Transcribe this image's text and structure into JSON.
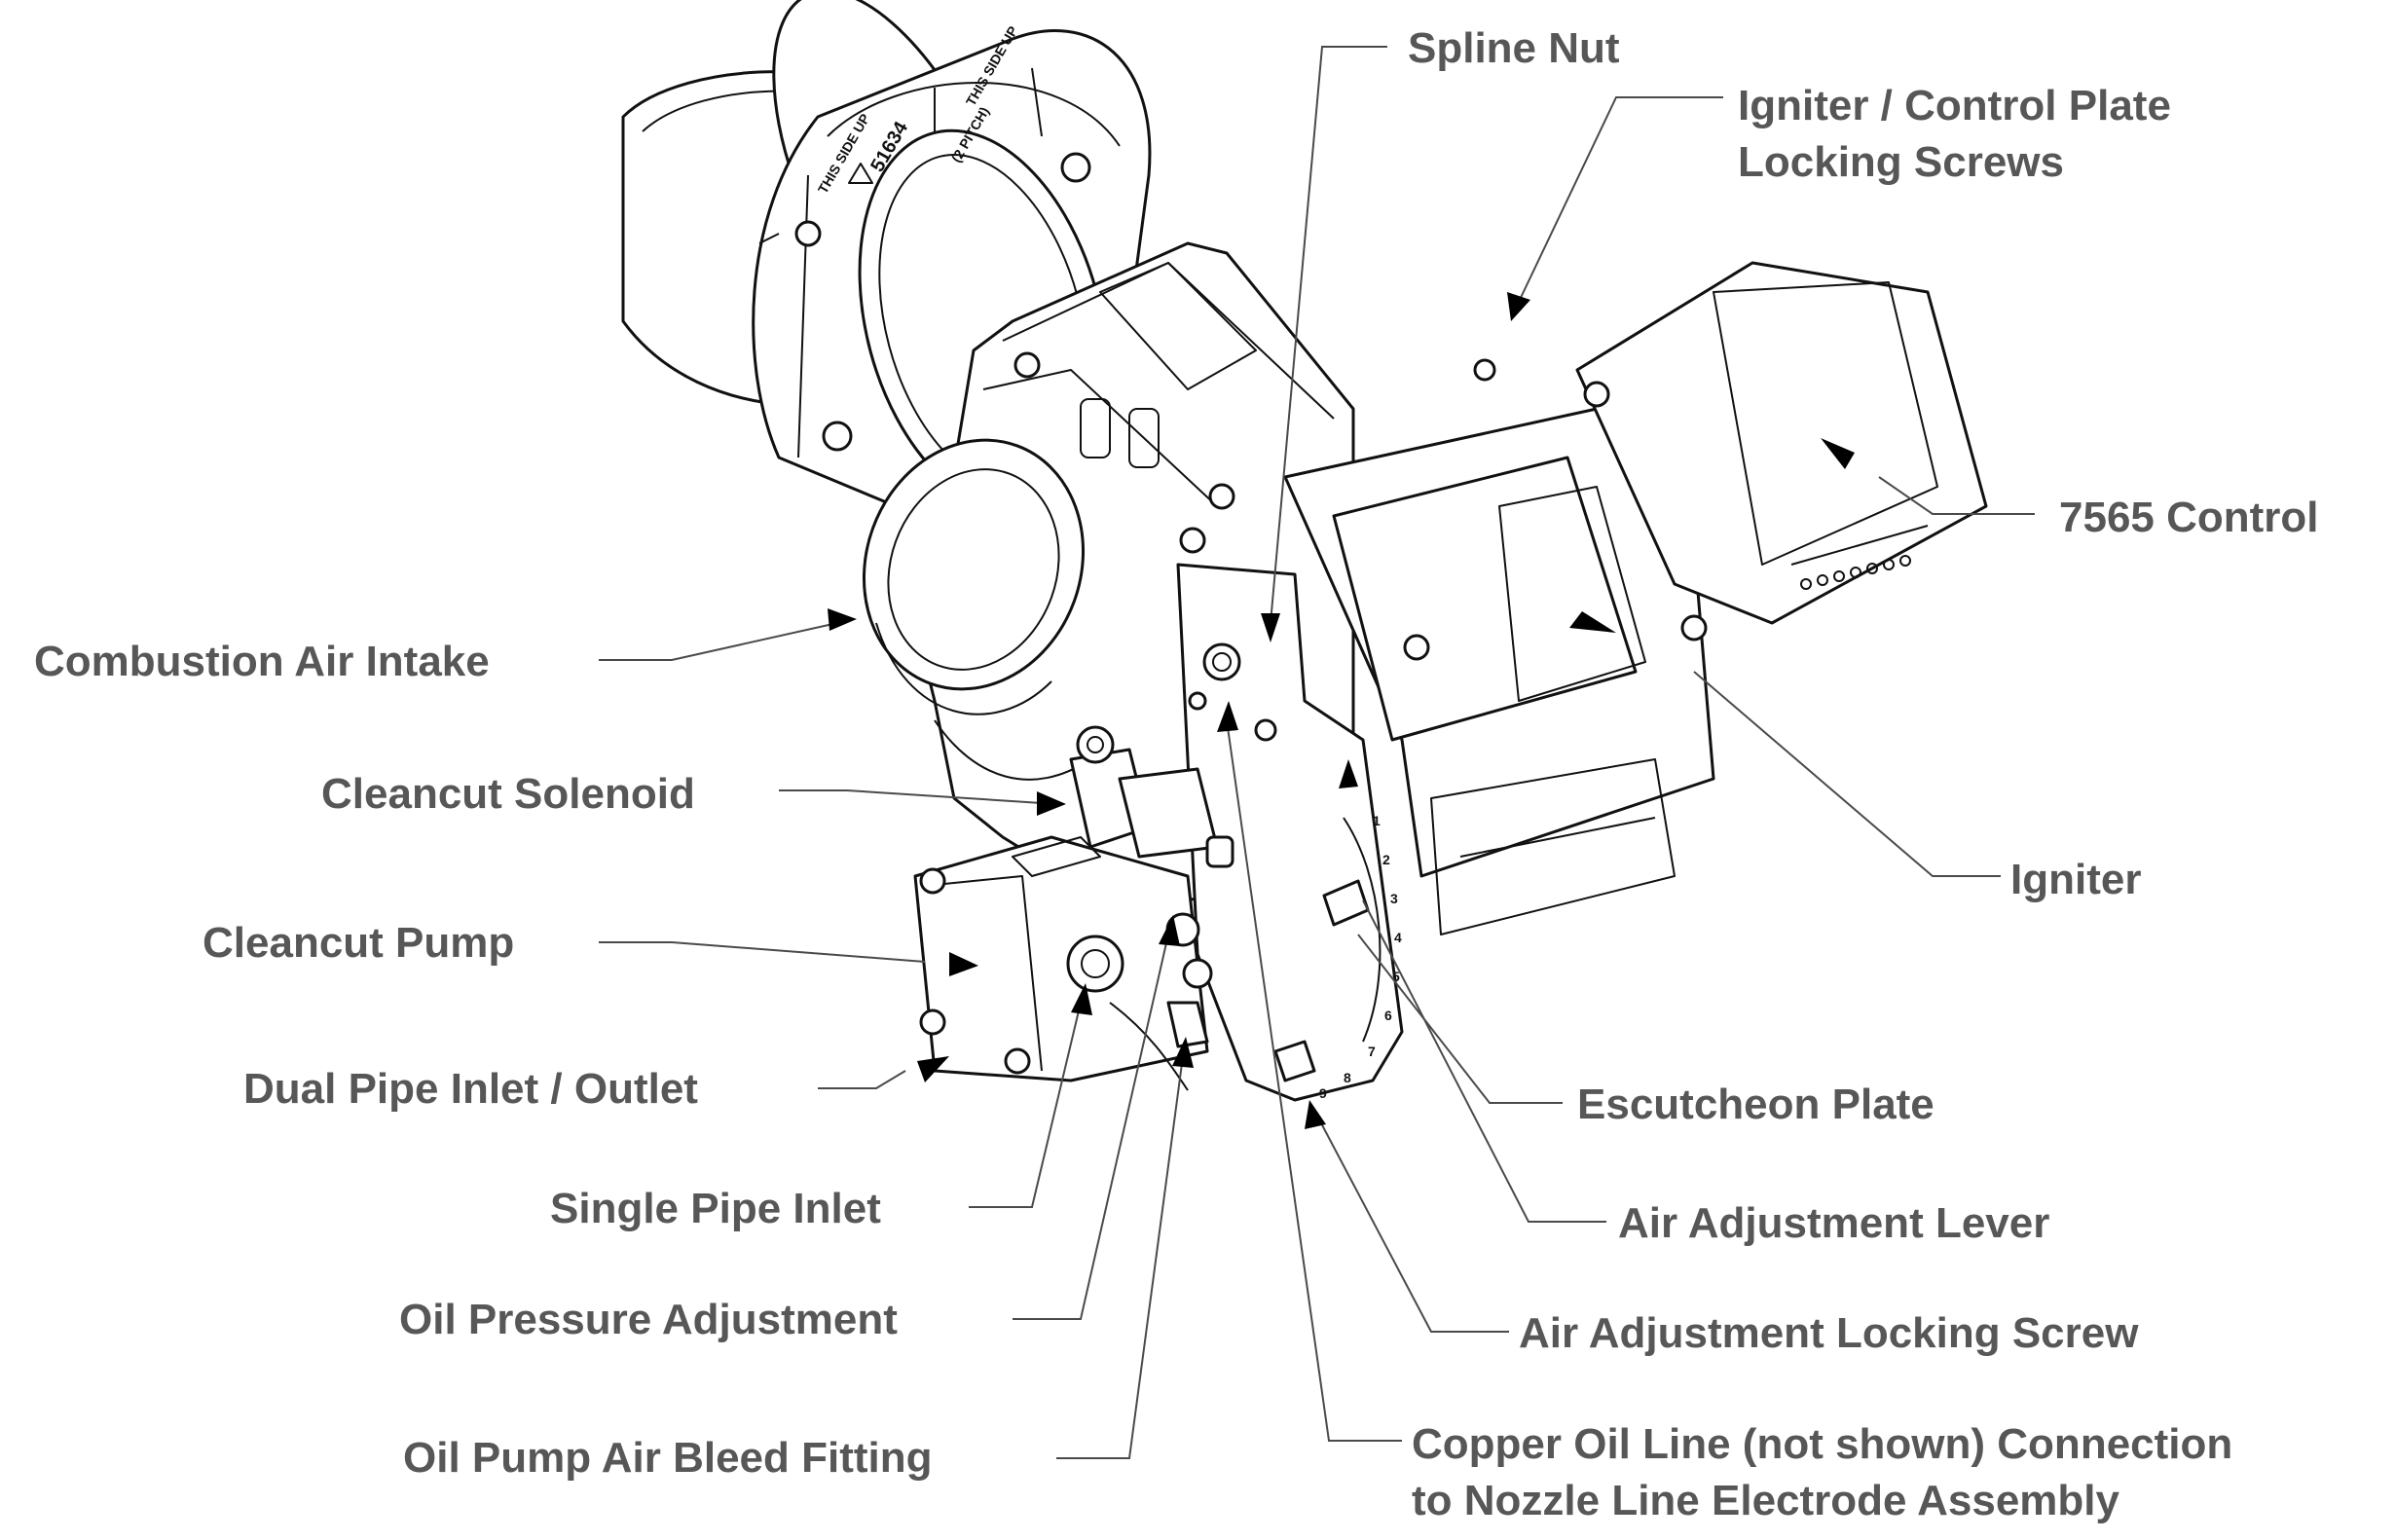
{
  "callouts": [
    {
      "id": "spline-nut",
      "lines": [
        "Spline Nut"
      ]
    },
    {
      "id": "igniter-control-plate-locking-screws",
      "lines": [
        "Igniter / Control Plate",
        "Locking Screws"
      ]
    },
    {
      "id": "7565-control",
      "lines": [
        "7565 Control"
      ]
    },
    {
      "id": "combustion-air-intake",
      "lines": [
        "Combustion Air Intake"
      ]
    },
    {
      "id": "cleancut-solenoid",
      "lines": [
        "Cleancut Solenoid"
      ]
    },
    {
      "id": "cleancut-pump",
      "lines": [
        "Cleancut Pump"
      ]
    },
    {
      "id": "igniter",
      "lines": [
        "Igniter"
      ]
    },
    {
      "id": "dual-pipe-inlet-outlet",
      "lines": [
        "Dual Pipe Inlet / Outlet"
      ]
    },
    {
      "id": "escutcheon-plate",
      "lines": [
        "Escutcheon Plate"
      ]
    },
    {
      "id": "single-pipe-inlet",
      "lines": [
        "Single Pipe Inlet"
      ]
    },
    {
      "id": "air-adjustment-lever",
      "lines": [
        "Air Adjustment Lever"
      ]
    },
    {
      "id": "oil-pressure-adjustment",
      "lines": [
        "Oil Pressure Adjustment"
      ]
    },
    {
      "id": "air-adjustment-locking-screw",
      "lines": [
        "Air Adjustment Locking Screw"
      ]
    },
    {
      "id": "oil-pump-air-bleed-fitting",
      "lines": [
        "Oil Pump Air Bleed Fitting"
      ]
    },
    {
      "id": "copper-oil-line-connection",
      "lines": [
        "Copper Oil Line (not shown) Connection",
        "to Nozzle Line Electrode Assembly"
      ]
    }
  ],
  "flange_marking": {
    "part_number": "51634",
    "orientation_left": "THIS SIDE UP",
    "orientation_right": "THIS SIDE UP",
    "pitch": "(2 PITCH)"
  },
  "air_dial_marks": [
    "1",
    "2",
    "3",
    "4",
    "5",
    "6",
    "7",
    "8",
    "9"
  ],
  "colors": {
    "label_text": "#575757",
    "leader_line": "#4a4a4a",
    "line_art": "#111111",
    "background": "#ffffff"
  }
}
